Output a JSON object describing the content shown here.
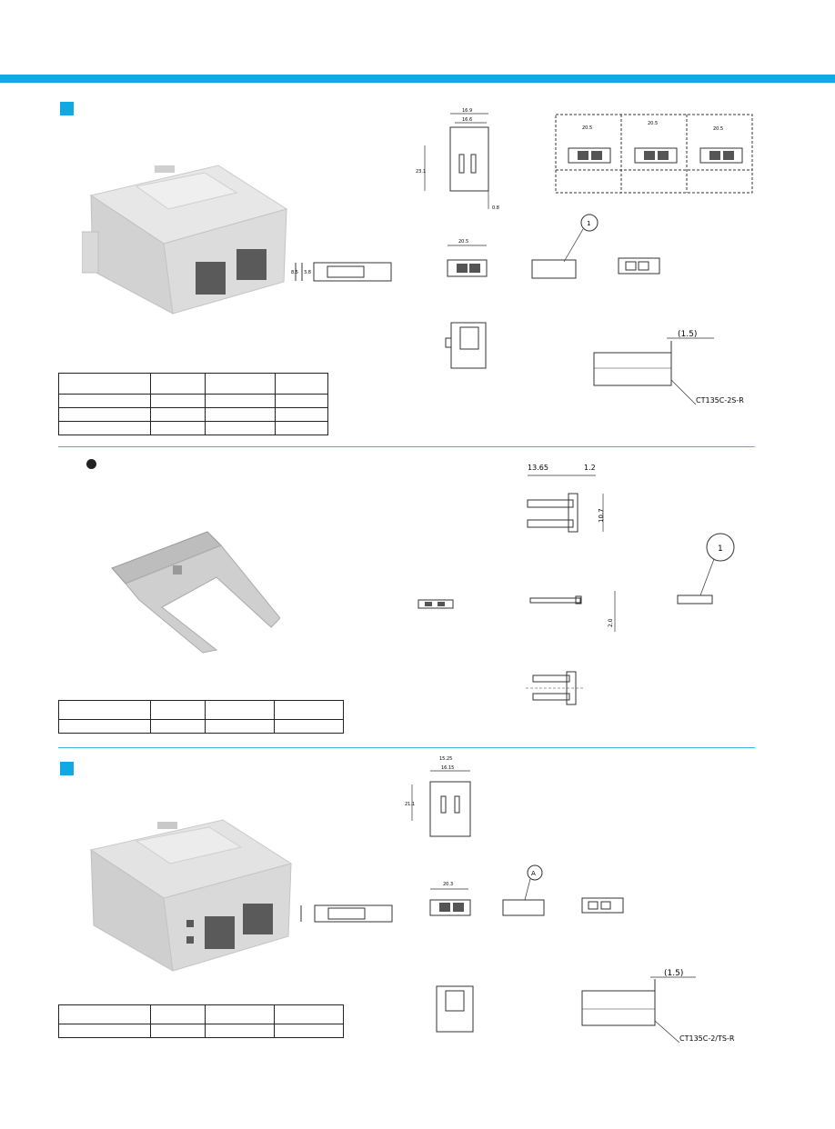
{
  "theme": {
    "accent": "#12a9e2",
    "rule": "#3fb7d9"
  },
  "section1": {
    "marker_icon": "blue-square-icon",
    "dimensions": {
      "width_top": "16.9",
      "width_inner": "16.6",
      "height": "23.1",
      "bottom": "0.8",
      "front_width": "20.5",
      "box1": "20.5",
      "box2": "20.5",
      "box3": "20.5",
      "side_a": "8.5",
      "side_b": "3.8"
    },
    "callout": "1",
    "detail_dim": "(1.5)",
    "part_label": "CT135C-2S-R",
    "table_rows": [
      [
        "",
        "",
        "",
        ""
      ],
      [
        "",
        "",
        "",
        ""
      ],
      [
        "",
        "",
        "",
        ""
      ],
      [
        "",
        "",
        "",
        ""
      ]
    ]
  },
  "section2": {
    "marker_icon": "black-dot-icon",
    "dimensions": {
      "length": "13.65",
      "tab": "1.2",
      "height": "10.7",
      "thickness": "2.0"
    },
    "callout": "1",
    "table_rows": [
      [
        "",
        "",
        "",
        ""
      ],
      [
        "",
        "",
        "",
        ""
      ]
    ]
  },
  "section3": {
    "marker_icon": "blue-square-icon",
    "dimensions": {
      "width_top": "15.25",
      "width_inner": "16.15",
      "height": "21.1",
      "front_width": "20.3"
    },
    "callout": "A",
    "detail_dim": "(1.5)",
    "part_label": "CT135C-2/TS-R",
    "table_rows": [
      [
        "",
        "",
        "",
        ""
      ],
      [
        "",
        "",
        "",
        ""
      ]
    ]
  }
}
